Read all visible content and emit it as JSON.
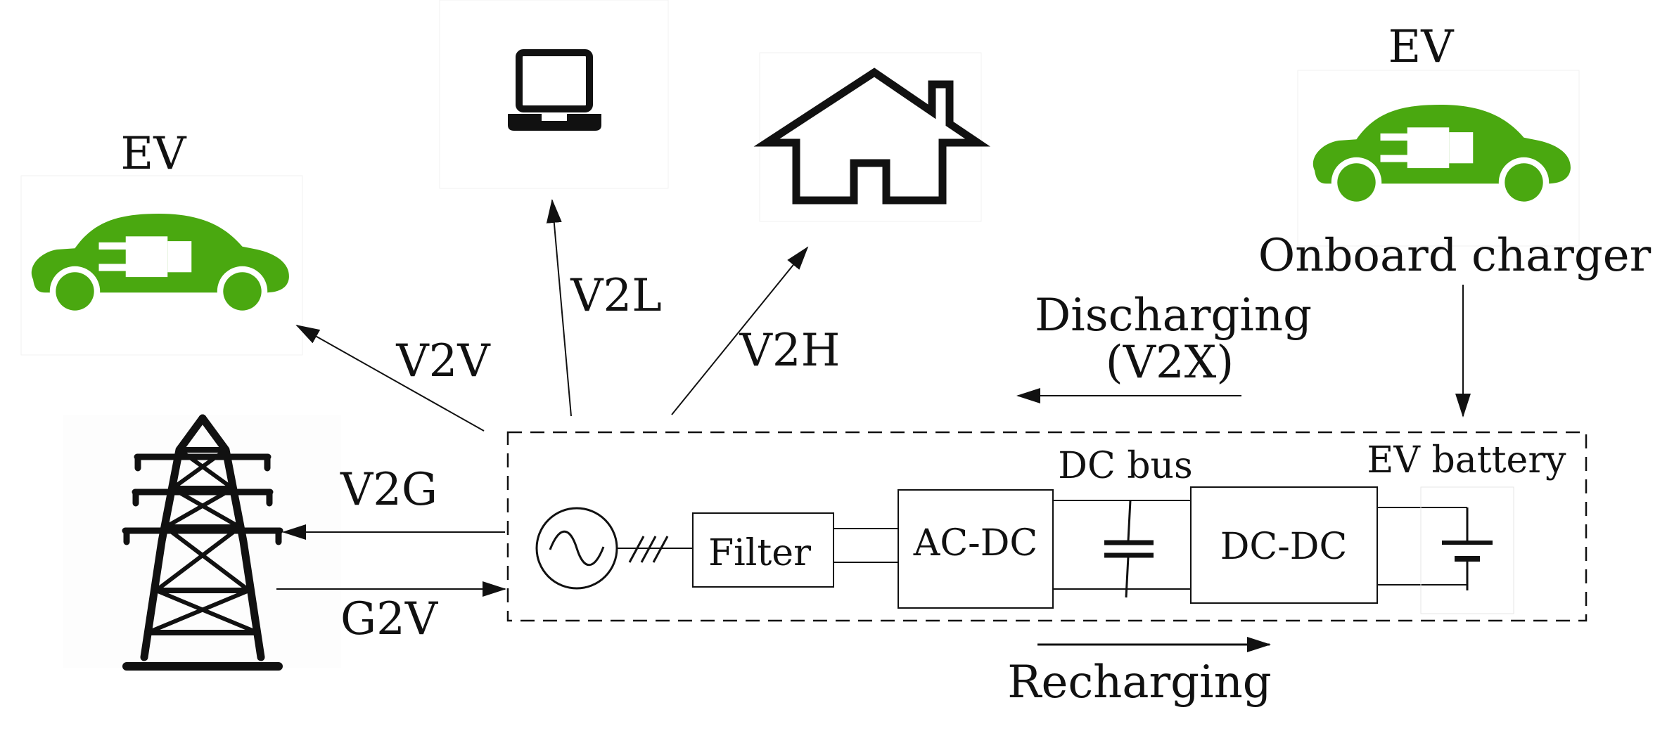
{
  "labels": {
    "ev_left": "EV",
    "ev_right": "EV",
    "onboard_charger": "Onboard charger",
    "v2v": "V2V",
    "v2l": "V2L",
    "v2h": "V2H",
    "v2g": "V2G",
    "g2v": "G2V",
    "discharging_line1": "Discharging",
    "discharging_line2": "(V2X)",
    "recharging": "Recharging",
    "dc_bus": "DC bus",
    "ev_battery": "EV battery",
    "filter": "Filter",
    "ac_dc": "AC-DC",
    "dc_dc": "DC-DC"
  },
  "icons": {
    "ev": "ev-car-plug-icon",
    "laptop": "laptop-icon",
    "house": "house-icon",
    "tower": "transmission-tower-icon",
    "ac_source": "ac-source-icon",
    "capacitor": "capacitor-icon",
    "battery": "battery-icon"
  },
  "colors": {
    "ev_green": "#4aa810",
    "line": "#111111"
  }
}
